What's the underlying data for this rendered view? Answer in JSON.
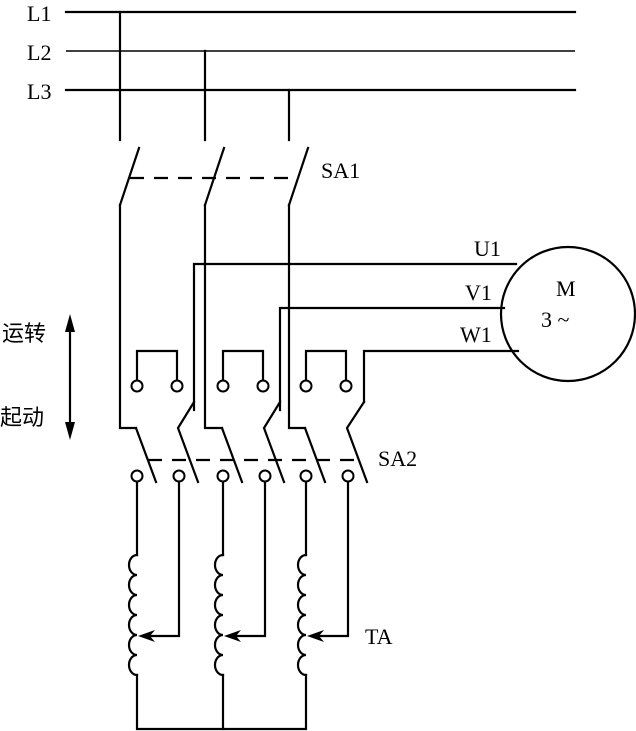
{
  "diagram": {
    "type": "electrical-schematic",
    "description": "Auto-transformer (TA) reduced-voltage starting circuit for a three-phase motor",
    "bus_labels": [
      "L1",
      "L2",
      "L3"
    ],
    "switch1_label": "SA1",
    "switch2_label": "SA2",
    "transformer_label": "TA",
    "motor": {
      "symbol": "M",
      "phase_label": "3 ~",
      "terminals": [
        "U1",
        "V1",
        "W1"
      ]
    },
    "positions": {
      "run_label": "运转",
      "start_label": "起动"
    }
  }
}
